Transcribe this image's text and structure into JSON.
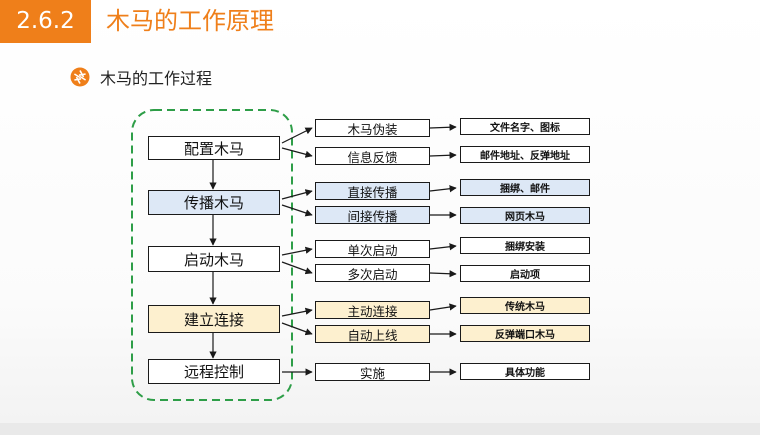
{
  "header": {
    "number": "2.6.2",
    "title": "木马的工作原理"
  },
  "subtitle": {
    "text": "木马的工作过程"
  },
  "stages": [
    {
      "label": "配置木马",
      "methods": [
        {
          "label": "木马伪装",
          "detail": "文件名字、图标"
        },
        {
          "label": "信息反馈",
          "detail": "邮件地址、反弹地址"
        }
      ]
    },
    {
      "label": "传播木马",
      "methods": [
        {
          "label": "直接传播",
          "detail": "捆绑、邮件"
        },
        {
          "label": "间接传播",
          "detail": "网页木马"
        }
      ]
    },
    {
      "label": "启动木马",
      "methods": [
        {
          "label": "单次启动",
          "detail": "捆绑安装"
        },
        {
          "label": "多次启动",
          "detail": "启动项"
        }
      ]
    },
    {
      "label": "建立连接",
      "methods": [
        {
          "label": "主动连接",
          "detail": "传统木马"
        },
        {
          "label": "自动上线",
          "detail": "反弹端口木马"
        }
      ]
    },
    {
      "label": "远程控制",
      "methods": [
        {
          "label": "实施",
          "detail": "具体功能"
        }
      ]
    }
  ],
  "colors": {
    "accent": "#ef7f1a",
    "dash": "#2e9e48",
    "blue_fill": "#dde8f6",
    "yellow_fill": "#fdf0cf"
  }
}
